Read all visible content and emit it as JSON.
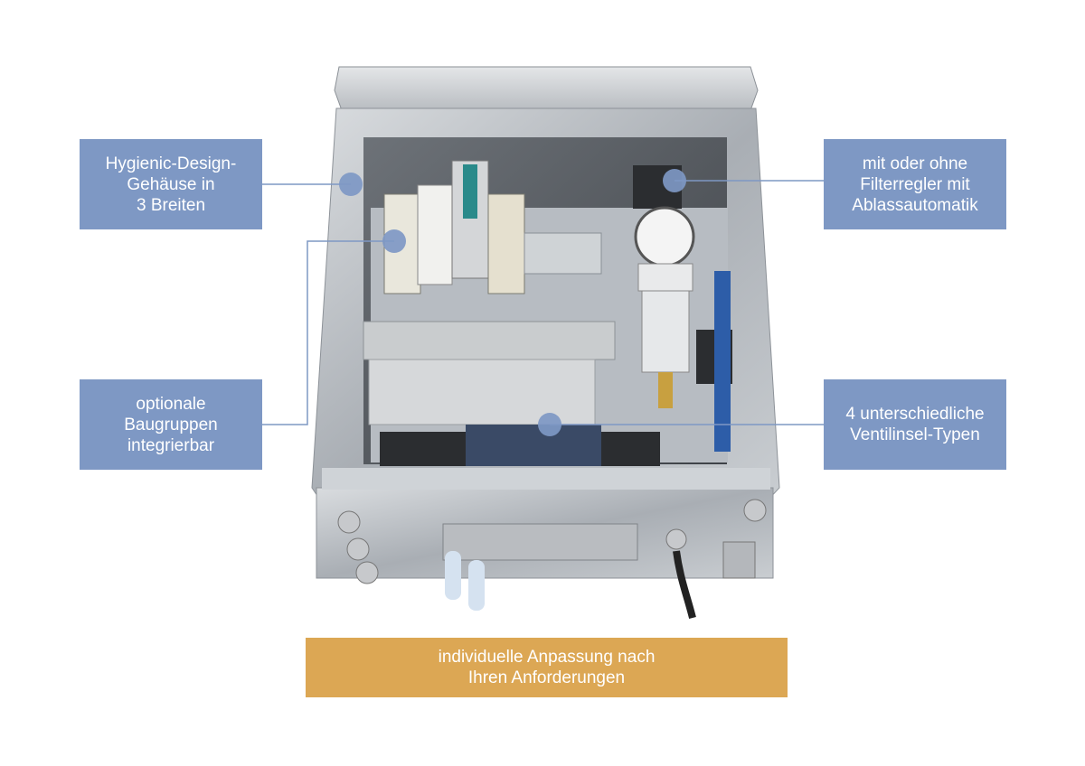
{
  "callouts": {
    "housing": "Hygienic-Design-\nGehäuse in\n3 Breiten",
    "modules": "optionale\nBaugruppen\nintegrierbar",
    "filter": "mit oder ohne\nFilterregler mit\nAblassautomatik",
    "valves": "4 unterschiedliche\nVentilinsel-Typen"
  },
  "banner": "individuelle Anpassung nach\nIhren Anforderungen",
  "colors": {
    "callout_bg": "#7e98c4",
    "banner_bg": "#dca754",
    "leader_line": "#7e98c4",
    "steel": "#b8bcc1"
  }
}
